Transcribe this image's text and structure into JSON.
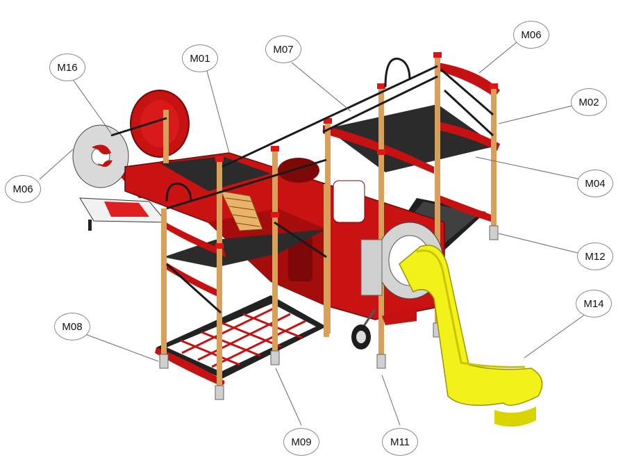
{
  "labels": {
    "m16": "M16",
    "m01": "M01",
    "m07": "M07",
    "m06_top": "M06",
    "m02": "M02",
    "m06_left": "M06",
    "m04": "M04",
    "m12": "M12",
    "m14": "M14",
    "m08": "M08",
    "m09": "M09",
    "m11": "M11"
  },
  "colors": {
    "body_red": "#cc1111",
    "dark_red": "#8f0a0a",
    "deck": "#2b2b2b",
    "post": "#d9a05b",
    "post_dark": "#b07a3a",
    "slide": "#f2f21a",
    "slide_dark": "#c9c400",
    "metal": "#d7d7d7",
    "rail": "#1a1a1a",
    "leader": "#6a6a6a"
  }
}
